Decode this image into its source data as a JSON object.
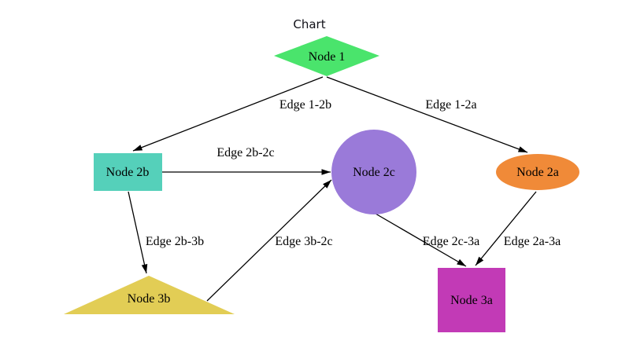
{
  "title": "Chart",
  "background": "#ffffff",
  "edge_color": "#000000",
  "label_color": "#000000",
  "nodes": [
    {
      "id": "1",
      "label": "Node 1",
      "shape": "diamond",
      "fill": "#4ae46c"
    },
    {
      "id": "2b",
      "label": "Node 2b",
      "shape": "rectangle",
      "fill": "#55d0ba"
    },
    {
      "id": "2c",
      "label": "Node 2c",
      "shape": "circle",
      "fill": "#9a7ad9"
    },
    {
      "id": "2a",
      "label": "Node 2a",
      "shape": "ellipse",
      "fill": "#f08a38"
    },
    {
      "id": "3b",
      "label": "Node 3b",
      "shape": "triangle",
      "fill": "#e2cd55"
    },
    {
      "id": "3a",
      "label": "Node 3a",
      "shape": "square",
      "fill": "#c23ab6"
    }
  ],
  "edges": [
    {
      "label": "Edge 1-2b",
      "from": "1",
      "to": "2b"
    },
    {
      "label": "Edge 1-2a",
      "from": "1",
      "to": "2a"
    },
    {
      "label": "Edge 2b-2c",
      "from": "2b",
      "to": "2c"
    },
    {
      "label": "Edge 2b-3b",
      "from": "2b",
      "to": "3b"
    },
    {
      "label": "Edge 3b-2c",
      "from": "3b",
      "to": "2c"
    },
    {
      "label": "Edge 2c-3a",
      "from": "2c",
      "to": "3a"
    },
    {
      "label": "Edge 2a-3a",
      "from": "2a",
      "to": "3a"
    }
  ]
}
